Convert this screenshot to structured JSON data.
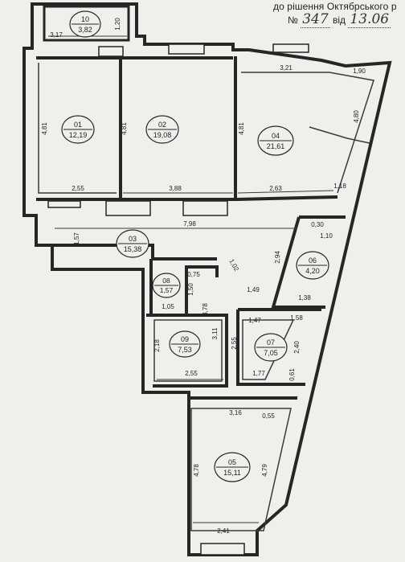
{
  "header": {
    "decision_text": "до рішення Октябрського р",
    "number_label": "№",
    "number_value": "347",
    "date_prefix": "від",
    "date_value": "13.06"
  },
  "rooms": [
    {
      "id": "10",
      "area": "3,82"
    },
    {
      "id": "01",
      "area": "12,19"
    },
    {
      "id": "02",
      "area": "19,08"
    },
    {
      "id": "04",
      "area": "21,61"
    },
    {
      "id": "03",
      "area": "15,38"
    },
    {
      "id": "06",
      "area": "4,20"
    },
    {
      "id": "08",
      "area": "1,57"
    },
    {
      "id": "09",
      "area": "7,53"
    },
    {
      "id": "07",
      "area": "7,05"
    },
    {
      "id": "05",
      "area": "15,11"
    }
  ],
  "dimensions": [
    "1,20",
    "3,17",
    "4,81",
    "4,81",
    "4,81",
    "3,21",
    "1,90",
    "4,80",
    "2,55",
    "3,88",
    "2,63",
    "1,18",
    "7,98",
    "1,57",
    "0,30",
    "1,10",
    "1,02",
    "2,94",
    "0,75",
    "1,50",
    "1,49",
    "1,05",
    "3,78",
    "3,11",
    "1,38",
    "2,18",
    "1,47",
    "1,58",
    "2,55",
    "2,40",
    "2,55",
    "1,77",
    "0,61",
    "3,16",
    "0,55",
    "4,78",
    "4,79",
    "2,41"
  ],
  "colors": {
    "paper": "#f1efec",
    "wall": "#262626",
    "line": "#3a3a3a",
    "text": "#1f1f1f"
  }
}
